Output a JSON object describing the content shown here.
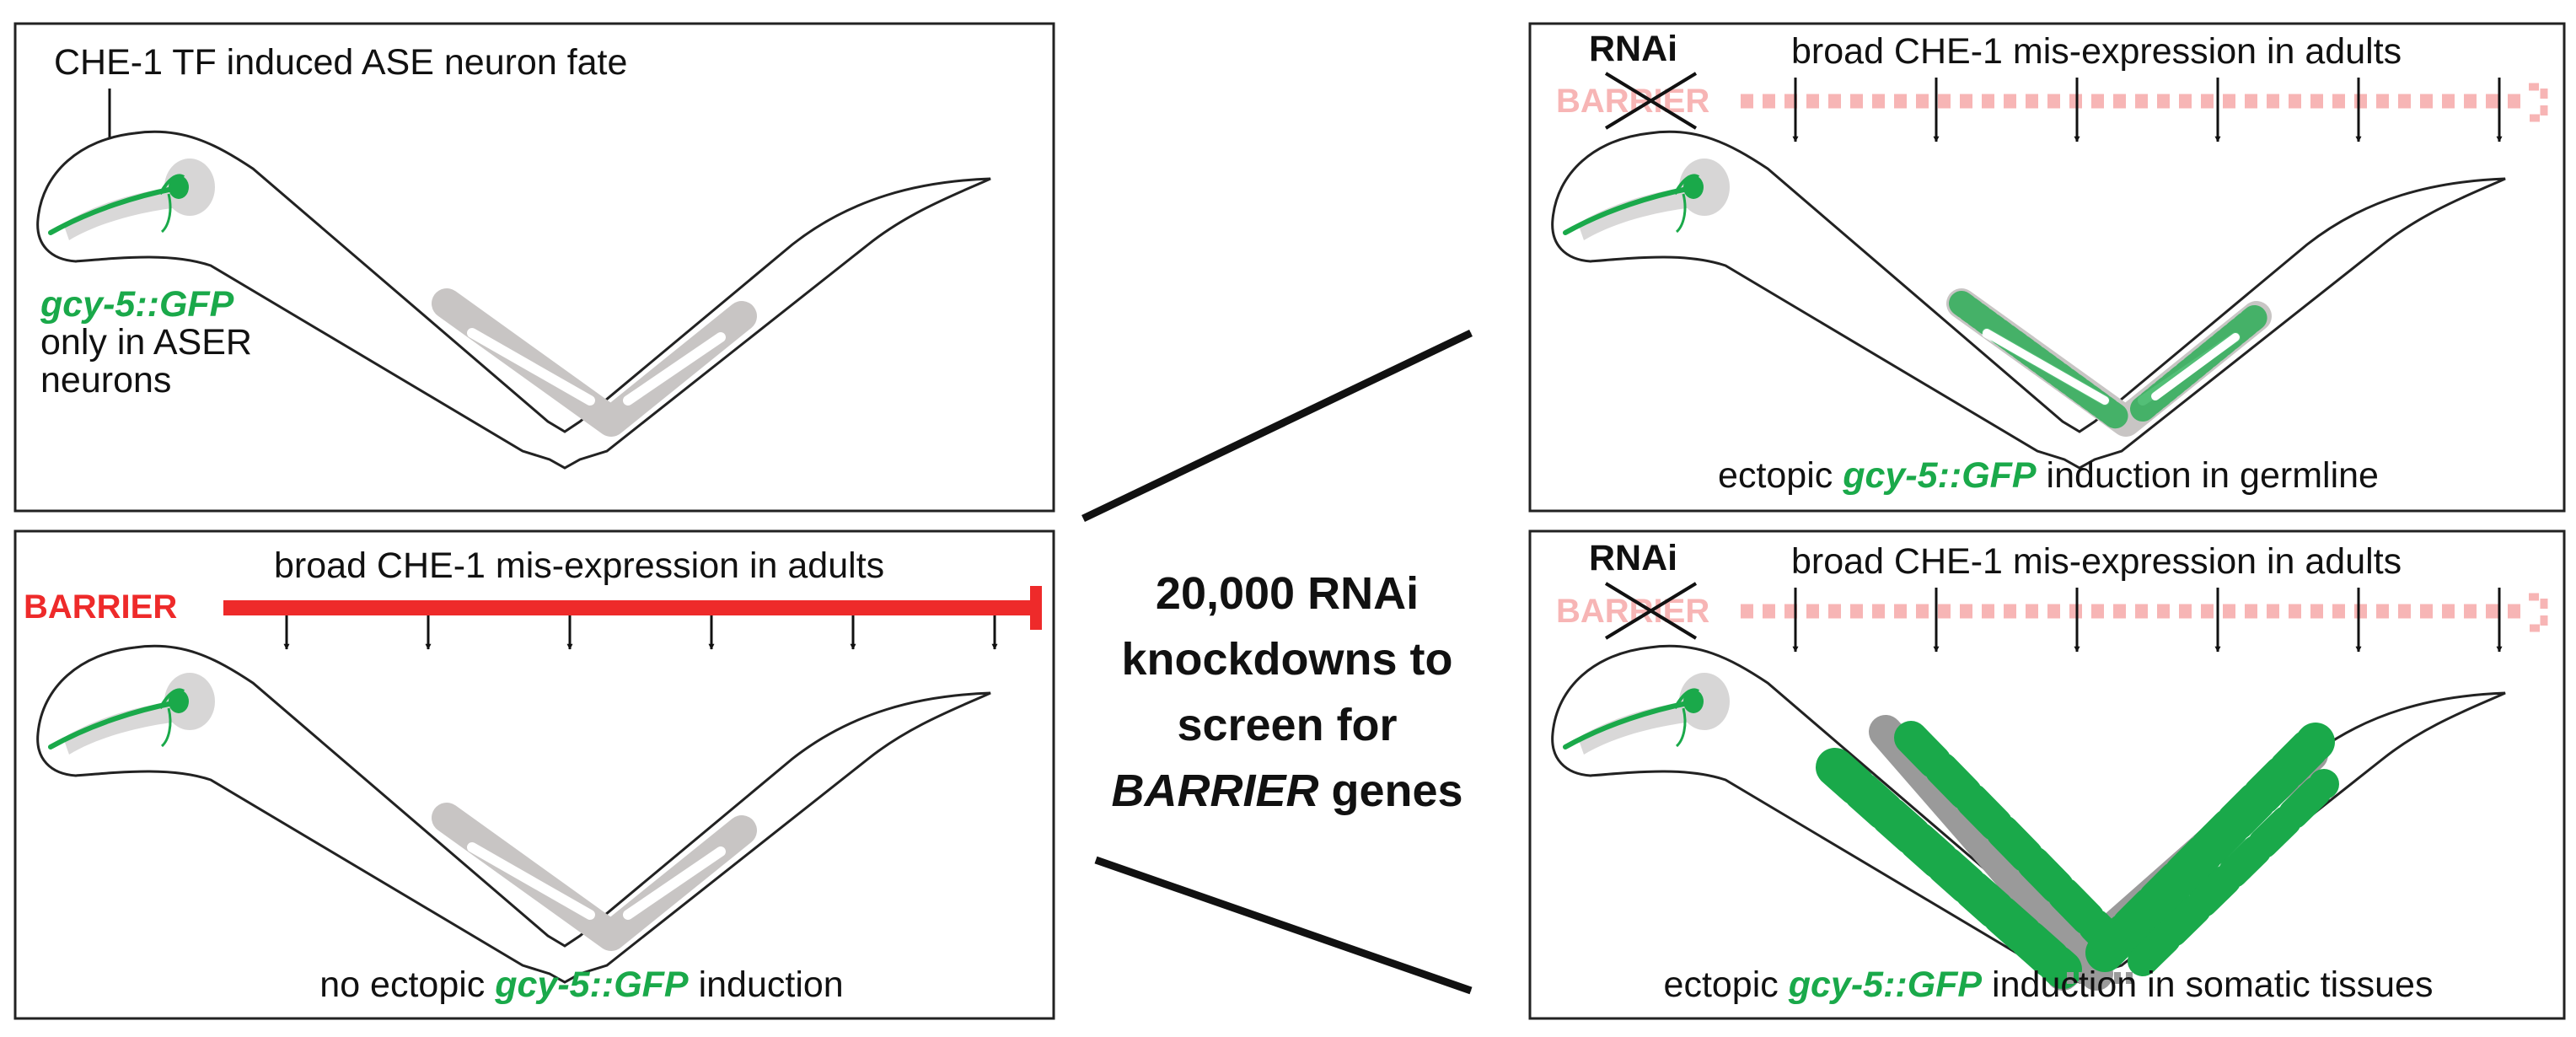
{
  "colors": {
    "green": "#1aa94a",
    "red": "#ee2a2a",
    "faded_red": "#f7b5b5",
    "gray_gonad": "#c8c5c4",
    "tissue_gray": "#9a9a9a",
    "outline": "#222222"
  },
  "panels": {
    "top_left": {
      "title": "CHE-1 TF induced ASE neuron fate",
      "reporter": "gcy-5::GFP",
      "line2": "only in ASER",
      "line3": "neurons"
    },
    "bottom_left": {
      "header": "broad CHE-1 mis-expression in adults",
      "barrier": "BARRIER",
      "caption_pre": "no ectopic ",
      "caption_gene": "gcy-5::GFP",
      "caption_post": " induction"
    },
    "top_right": {
      "rnai": "RNAi",
      "barrier": "BARRIER",
      "header": "broad CHE-1 mis-expression in adults",
      "caption_pre": "ectopic ",
      "caption_gene": "gcy-5::GFP",
      "caption_post": " induction in germline"
    },
    "bottom_right": {
      "rnai": "RNAi",
      "barrier": "BARRIER",
      "header": "broad CHE-1 mis-expression in adults",
      "caption_pre": "ectopic ",
      "caption_gene": "gcy-5::GFP",
      "caption_post": " induction in somatic tissues"
    }
  },
  "center": {
    "line1": "20,000 RNAi",
    "line2": "knockdowns to",
    "line3": "screen for",
    "line4_italic": "BARRIER",
    "line4_rest": " genes"
  }
}
